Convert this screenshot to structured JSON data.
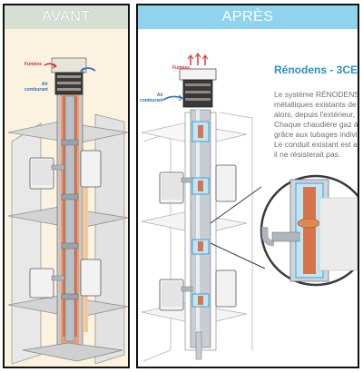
{
  "left_panel": {
    "header": "AVANT",
    "label_fumees": "Fumées",
    "label_air_line1": "Air",
    "label_air_line2": "comburant"
  },
  "right_panel": {
    "header": "APRÈS",
    "label_fumees": "Fumées",
    "label_air_line1": "Air",
    "label_air_line2": "comburant",
    "title": "Rénodens - 3CE",
    "body_lines": [
      "Le système RÉNODENS",
      "métalliques existants de",
      "alors, depuis l'extérieur,",
      "Chaque chaudière gaz à",
      "grâce aux tubages indivi",
      "Le conduit existant est a",
      "il ne résisterait pas."
    ]
  },
  "colors": {
    "avant_header": "#d6dfd4",
    "apres_header": "#8fd3ef",
    "title_blue": "#2b8fc4",
    "smoke_red": "#d9282f",
    "air_blue": "#2a6fc0",
    "copper_duct": "#d9744a"
  }
}
